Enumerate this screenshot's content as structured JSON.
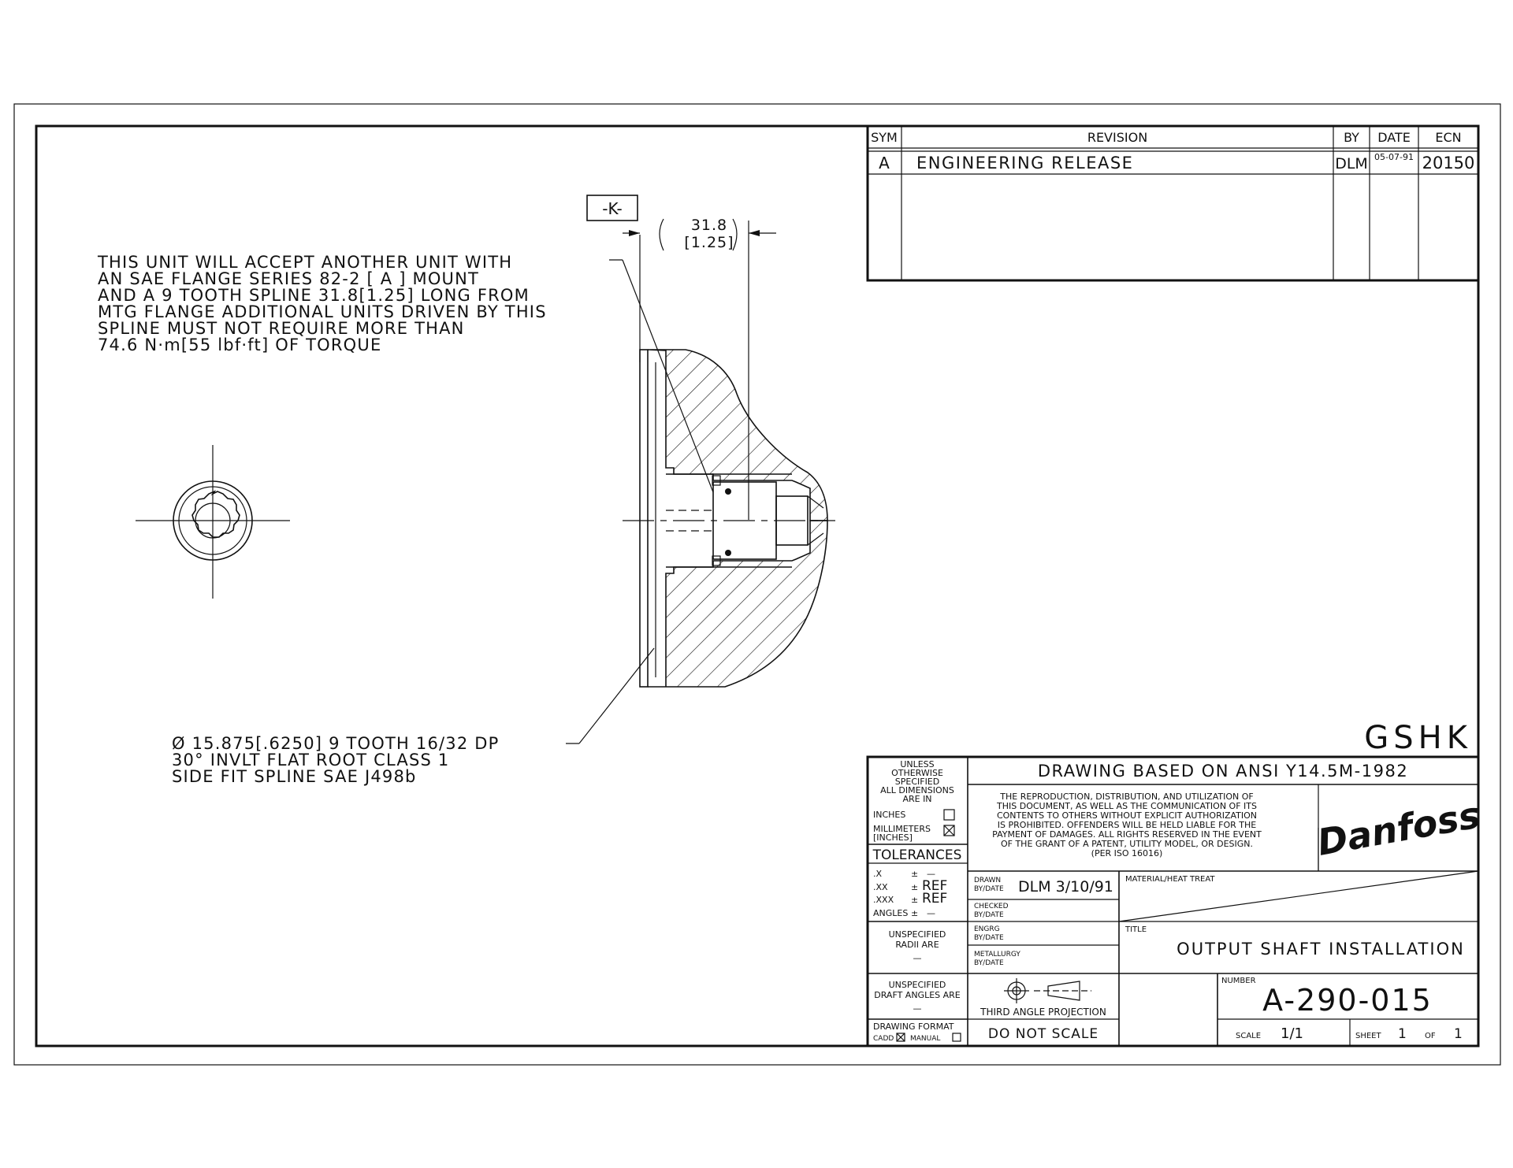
{
  "revision_block": {
    "headers": {
      "sym": "SYM",
      "revision": "REVISION",
      "by": "BY",
      "date": "DATE",
      "ecn": "ECN"
    },
    "rows": [
      {
        "sym": "A",
        "revision": "ENGINEERING RELEASE",
        "by": "DLM",
        "date": "05-07-91",
        "ecn": "20150"
      }
    ]
  },
  "datum": "-K-",
  "dimension": {
    "mm": "31.8",
    "inch": "[1.25]"
  },
  "note_main": [
    "THIS UNIT WILL ACCEPT ANOTHER UNIT WITH",
    "AN SAE FLANGE SERIES 82-2 [ A ] MOUNT",
    "AND A 9 TOOTH SPLINE 31.8[1.25] LONG FROM",
    "MTG FLANGE ADDITIONAL UNITS DRIVEN BY THIS",
    "SPLINE MUST NOT REQUIRE MORE THAN",
    "74.6 N·m[55 lbf·ft] OF TORQUE"
  ],
  "note_spline": [
    "Ø 15.875[.6250] 9 TOOTH 16/32 DP",
    "30° INVLT FLAT ROOT CLASS 1",
    "SIDE FIT SPLINE SAE J498b"
  ],
  "code": "GSHK",
  "title_block": {
    "units": [
      "UNLESS",
      "OTHERWISE",
      "SPECIFIED",
      "ALL DIMENSIONS",
      "ARE IN"
    ],
    "inches": "INCHES",
    "millimeters": "MILLIMETERS",
    "inches_bracket": "[INCHES]",
    "tolerances": "TOLERANCES",
    "tol_rows": [
      {
        "label": ".X",
        "pm": "±",
        "value": "—"
      },
      {
        "label": ".XX",
        "pm": "±",
        "value": "REF"
      },
      {
        "label": ".XXX",
        "pm": "±",
        "value": "REF"
      },
      {
        "label": "ANGLES",
        "pm": "±",
        "value": "—"
      }
    ],
    "radii": [
      "UNSPECIFIED",
      "RADII ARE",
      "—"
    ],
    "draft": [
      "UNSPECIFIED",
      "DRAFT ANGLES ARE",
      "—"
    ],
    "format_label": "DRAWING FORMAT",
    "format_cadd": "CADD",
    "format_manual": "MANUAL",
    "standard": "DRAWING BASED ON ANSI Y14.5M-1982",
    "legal": [
      "THE REPRODUCTION, DISTRIBUTION, AND UTILIZATION OF",
      "THIS DOCUMENT, AS WELL AS THE COMMUNICATION OF ITS",
      "CONTENTS TO OTHERS WITHOUT EXPLICIT AUTHORIZATION",
      "IS PROHIBITED.  OFFENDERS WILL BE HELD LIABLE FOR THE",
      "PAYMENT OF DAMAGES.  ALL RIGHTS RESERVED IN THE EVENT",
      "OF THE GRANT OF A PATENT, UTILITY MODEL, OR DESIGN.",
      "(PER ISO 16016)"
    ],
    "logo": "Danfoss",
    "drawn_label": [
      "DRAWN",
      "BY/DATE"
    ],
    "drawn_value": "DLM 3/10/91",
    "checked_label": [
      "CHECKED",
      "BY/DATE"
    ],
    "engrg_label": [
      "ENGRG",
      "BY/DATE"
    ],
    "metallurgy_label": [
      "METALLURGY",
      "BY/DATE"
    ],
    "projection": "THIRD ANGLE PROJECTION",
    "do_not_scale": "DO NOT SCALE",
    "material_label": "MATERIAL/HEAT TREAT",
    "title_label": "TITLE",
    "title": "OUTPUT SHAFT INSTALLATION",
    "number_label": "NUMBER",
    "number": "A-290-015",
    "scale_label": "SCALE",
    "scale": "1/1",
    "sheet_label": "SHEET",
    "sheet": "1",
    "of_label": "OF",
    "of": "1"
  }
}
